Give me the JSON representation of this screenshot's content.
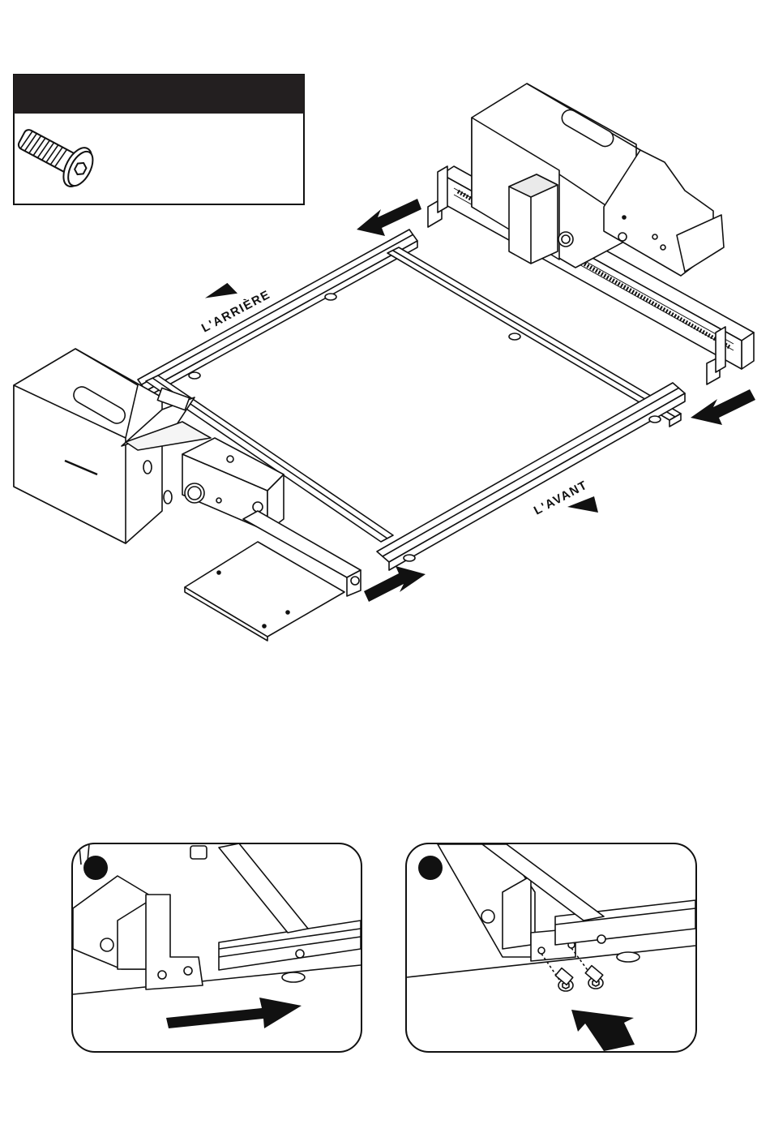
{
  "parts_box": {
    "header_color": "#231f20",
    "icon": "hex-socket-bolt-icon"
  },
  "main_illustration": {
    "label_back": "L'ARRIÈRE",
    "label_front": "L'AVANT",
    "arrows": [
      "arrow-left-top",
      "arrow-left-right",
      "arrow-right-bottom"
    ]
  },
  "detail_1": {
    "icon": "step-marker-icon",
    "arrow": "arrow-right"
  },
  "detail_2": {
    "icon": "step-marker-icon",
    "arrow": "arrow-up-right",
    "part": "hex-socket-bolt-icon"
  },
  "colors": {
    "line": "#111111",
    "panel_shade": "#f2f2f2",
    "fill_dark": "#111111"
  }
}
